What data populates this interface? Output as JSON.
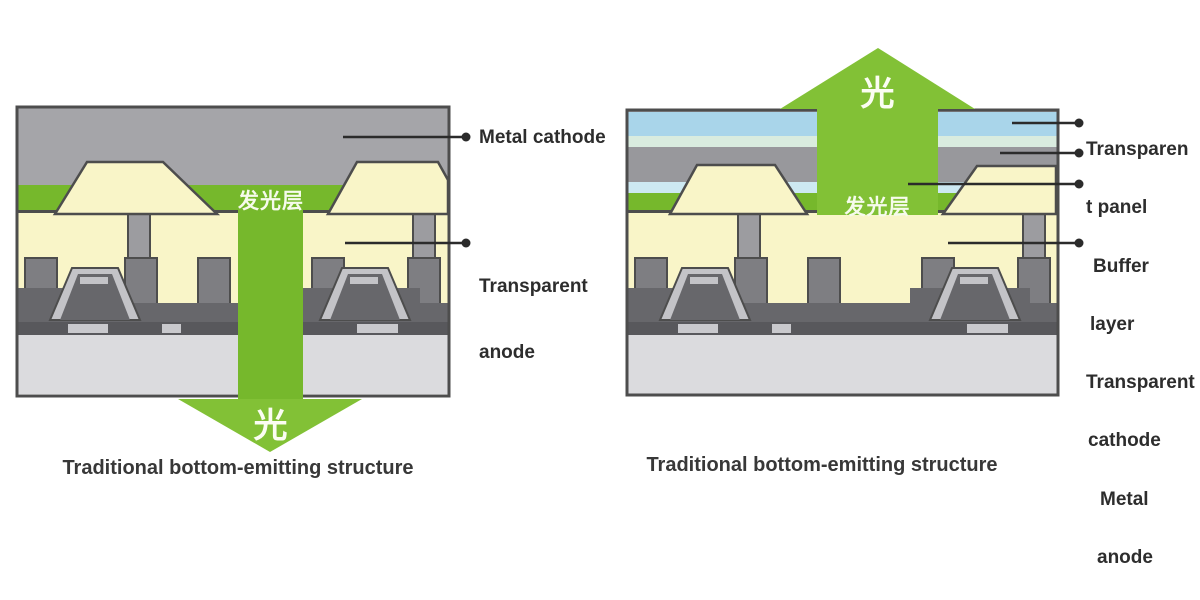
{
  "left_diagram": {
    "caption": "Traditional bottom-emitting structure",
    "light_label": "光",
    "emissive_layer_label": "发光层",
    "labels": {
      "metal_cathode": "Metal cathode",
      "transparent_anode_lines": [
        "Transparent",
        "anode"
      ]
    }
  },
  "right_diagram": {
    "caption": "Traditional bottom-emitting structure",
    "light_label": "光",
    "emissive_layer_label": "发光层",
    "label_lines": [
      "Transparen",
      "t panel",
      "Buffer",
      "layer",
      "Transparent",
      "cathode",
      "Metal",
      "anode"
    ]
  },
  "colors": {
    "green": "#76b82c",
    "green_arrow": "#82c136",
    "cream": "#f9f5c8",
    "cathode_gray": "#a5a5a9",
    "buffer_gray": "#98989c",
    "panel_blue": "#a9d5ea",
    "pale_band": "#d9ecdf",
    "pale_blue": "#cde9f2",
    "tft_dark": "#67676b",
    "tft_sub": "#58585c",
    "substrate": "#dbdbde",
    "contact_gray": "#7e7e82",
    "stem_gray": "#9c9ca0",
    "cap_light": "#c3c3c7",
    "chip_light": "#c9c9cd",
    "outline": "#4d4d4d",
    "connector": "#2b2b2b"
  }
}
